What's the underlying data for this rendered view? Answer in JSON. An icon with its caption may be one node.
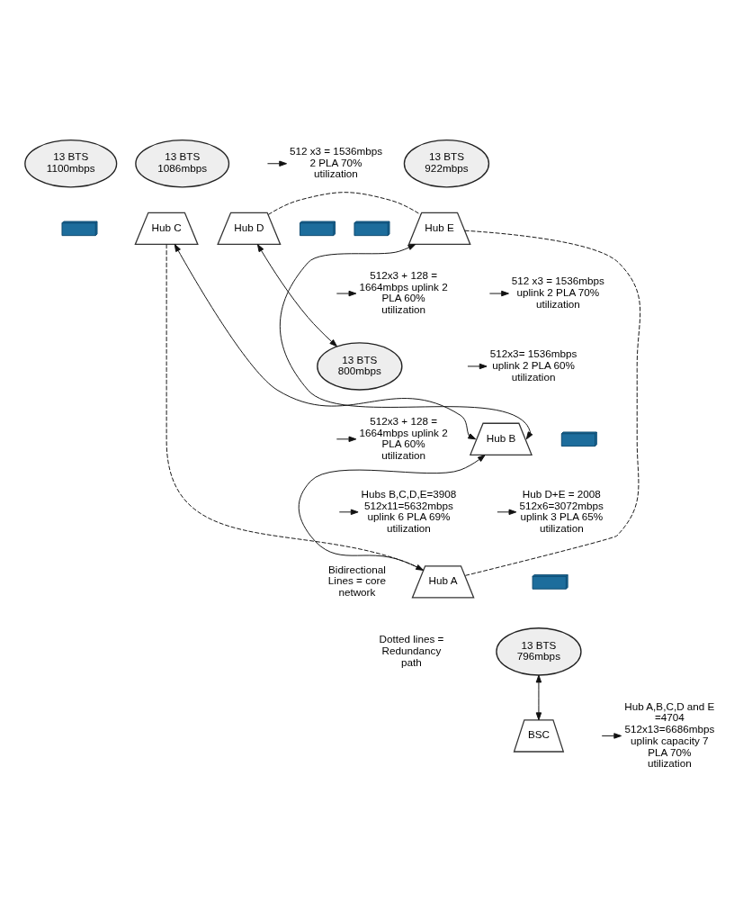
{
  "diagram": {
    "nodes": [
      {
        "text": [
          "13 BTS 1100mbps"
        ]
      },
      {
        "text": [
          "Hub C"
        ]
      },
      {
        "text": [],
        "shape": "picture"
      },
      {
        "text": [
          "13 BTS 1086mbps"
        ]
      },
      {
        "text": [],
        "shape": "picture"
      },
      {
        "text": [
          "Hub D"
        ]
      },
      {
        "text": [
          "512 x3 = 1536mbps 2 PLA 70% utilization"
        ]
      },
      {
        "text": [
          "13 BTS 922mbps"
        ]
      },
      {
        "text": [],
        "shape": "picture"
      },
      {
        "text": [
          "Hub E"
        ]
      },
      {
        "text": [
          "512x3 + 128 = 1664mbps uplink 2 PLA 60% utilization"
        ]
      },
      {
        "text": [
          "512 x3 = 1536mbps uplink 2 PLA 70% utilization"
        ]
      },
      {
        "text": [
          "13 BTS 800mbps"
        ]
      },
      {
        "text": [
          "512x3= 1536mbps uplink 2 PLA 60% utilization"
        ]
      },
      {
        "text": [],
        "shape": "picture"
      },
      {
        "text": [
          "Hub B"
        ]
      },
      {
        "text": [
          "512x3 + 128 = 1664mbps uplink 2 PLA 60% utilization"
        ]
      },
      {
        "text": [
          "Hub D+E = 2008 512x6=3072mbps uplink 3 PLA 65% utilization"
        ]
      },
      {
        "text": [
          "Hubs B,C,D,E=3908 512x11=5632mbps uplink 6 PLA 69% utilization"
        ]
      },
      {
        "text": [
          "Hub A"
        ]
      },
      {
        "text": [],
        "shape": "picture"
      },
      {
        "text": [
          "13 BTS 796mbps"
        ]
      },
      {
        "text": [
          "Hub A,B,C,D and E =4704 512x13=6686mbps uplink capacity 7 PLA 70% utilization"
        ]
      },
      {
        "text": [
          "BSC"
        ]
      }
    ],
    "edges": [
      {
        "from": 1,
        "to": 15,
        "arrow": "both"
      },
      {
        "from": 5,
        "to": 12,
        "arrow": "both"
      },
      {
        "from": 5,
        "to": 9,
        "arrow": "none",
        "style": "dashed"
      },
      {
        "from": 9,
        "to": 15,
        "arrow": "both"
      },
      {
        "from": 1,
        "to": 19,
        "arrow": "none",
        "style": "dashed"
      },
      {
        "from": 9,
        "to": 19,
        "arrow": "none",
        "style": "dashed"
      },
      {
        "from": 15,
        "to": 19,
        "arrow": "both"
      },
      {
        "from": 21,
        "to": 23,
        "arrow": "both"
      },
      {
        "from": null,
        "to": 10,
        "arrow": "to"
      },
      {
        "from": null,
        "to": 11,
        "arrow": "to"
      },
      {
        "from": null,
        "to": 6,
        "arrow": "to"
      },
      {
        "from": null,
        "to": 13,
        "arrow": "to"
      },
      {
        "from": null,
        "to": 16,
        "arrow": "to"
      },
      {
        "from": null,
        "to": 17,
        "arrow": "to"
      },
      {
        "from": null,
        "to": 18,
        "arrow": "to"
      },
      {
        "from": null,
        "to": 22,
        "arrow": "to"
      }
    ],
    "labels": [
      "Bidirectional Lines = core network",
      "Dotted lines = Redundancy path"
    ]
  }
}
